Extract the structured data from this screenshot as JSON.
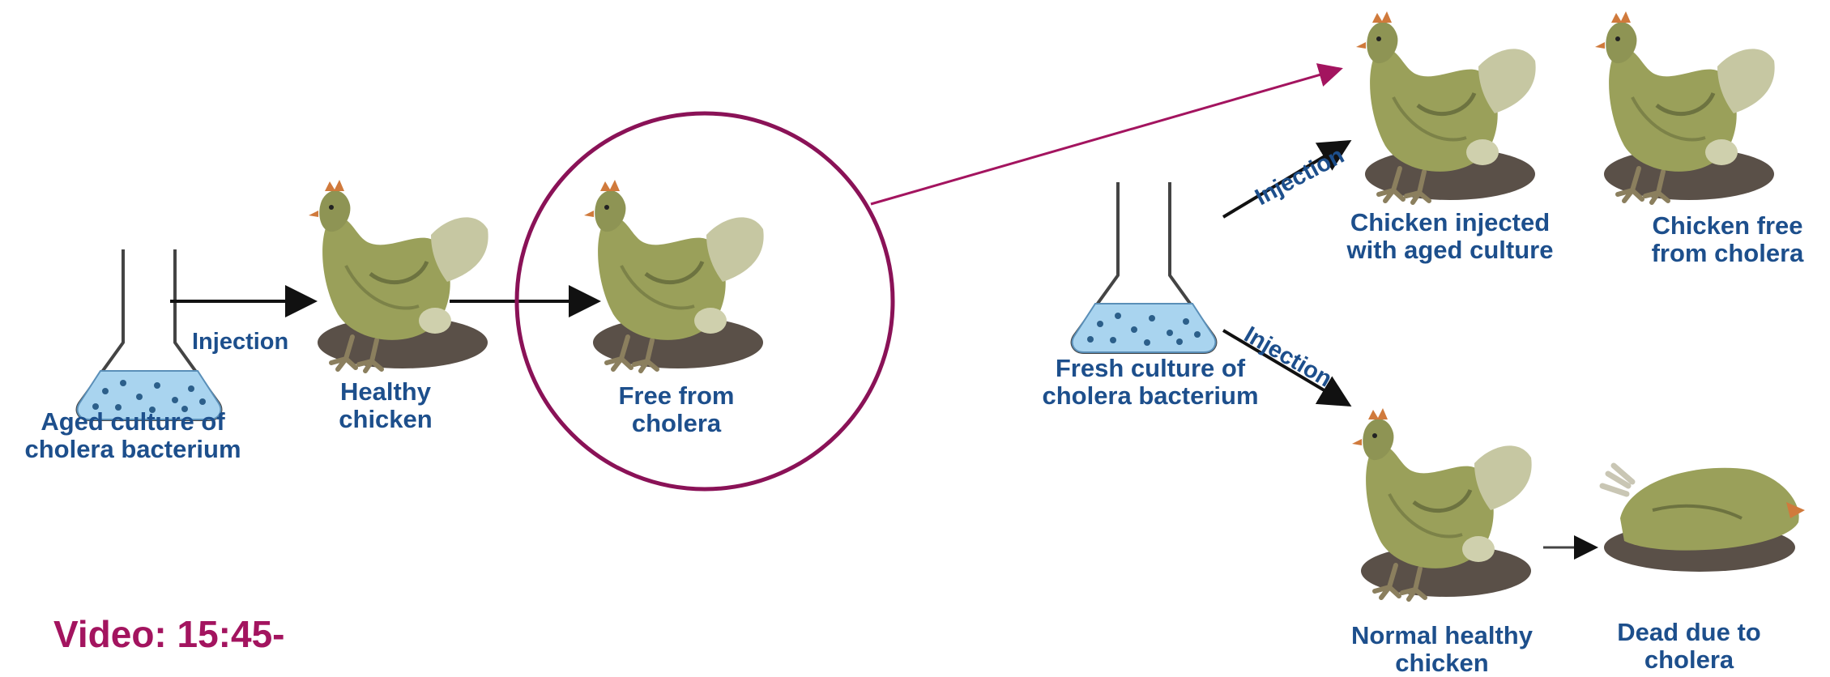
{
  "labels": {
    "aged_culture": [
      "Aged culture of",
      "cholera bacterium"
    ],
    "healthy_chicken": [
      "Healthy",
      "chicken"
    ],
    "free_from_cholera": [
      "Free from",
      "cholera"
    ],
    "fresh_culture": [
      "Fresh culture of",
      "cholera bacterium"
    ],
    "injected_aged": [
      "Chicken injected",
      "with aged culture"
    ],
    "chicken_free": [
      "Chicken free",
      "from cholera"
    ],
    "normal_healthy": [
      "Normal healthy",
      "chicken"
    ],
    "dead": [
      "Dead due to",
      "cholera"
    ]
  },
  "injection_label": "Injection",
  "video_text": "Video: 15:45-",
  "colors": {
    "label_text": "#1d4f8c",
    "highlight": "#8a1257",
    "chicken_body": "#9aa05a",
    "liquid": "#a9d4ef"
  }
}
